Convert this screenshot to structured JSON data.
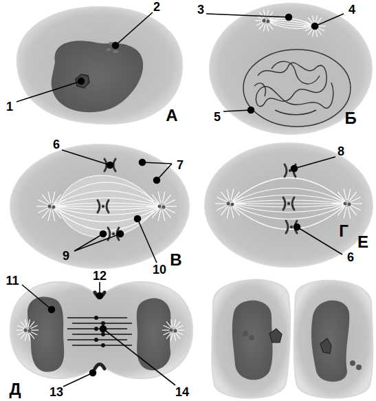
{
  "diagram": {
    "labels": [
      "1",
      "2",
      "А",
      "3",
      "4",
      "5",
      "Б",
      "6",
      "7",
      "9",
      "10",
      "В",
      "8",
      "6",
      "Г",
      "11",
      "12",
      "13",
      "14",
      "Д",
      "Е"
    ]
  }
}
